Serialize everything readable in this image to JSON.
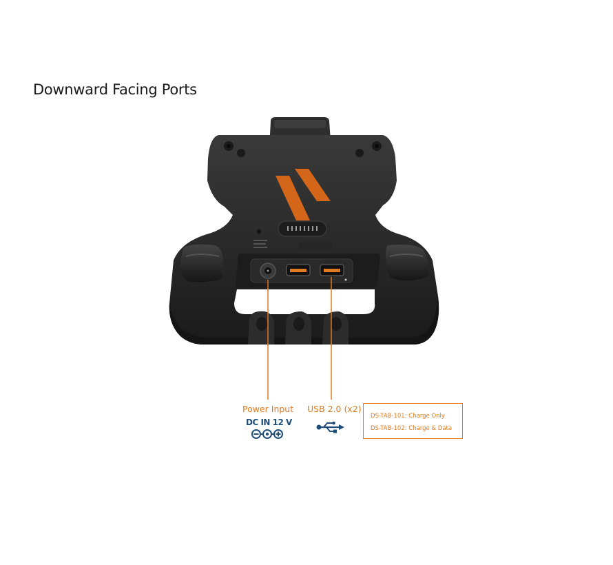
{
  "title": "Downward Facing Ports",
  "callouts": {
    "power": {
      "label": "Power Input",
      "spec": "DC IN 12 V"
    },
    "usb": {
      "label": "USB 2.0 (x2)"
    }
  },
  "variants": [
    "DS-TAB-101: Charge Only",
    "DS-TAB-102: Charge & Data"
  ],
  "colors": {
    "accent": "#e07a1f",
    "spec_blue": "#1f4e79",
    "device_body": "#2b2b2b"
  },
  "icons": [
    "dc-polarity-icon",
    "usb-icon"
  ]
}
